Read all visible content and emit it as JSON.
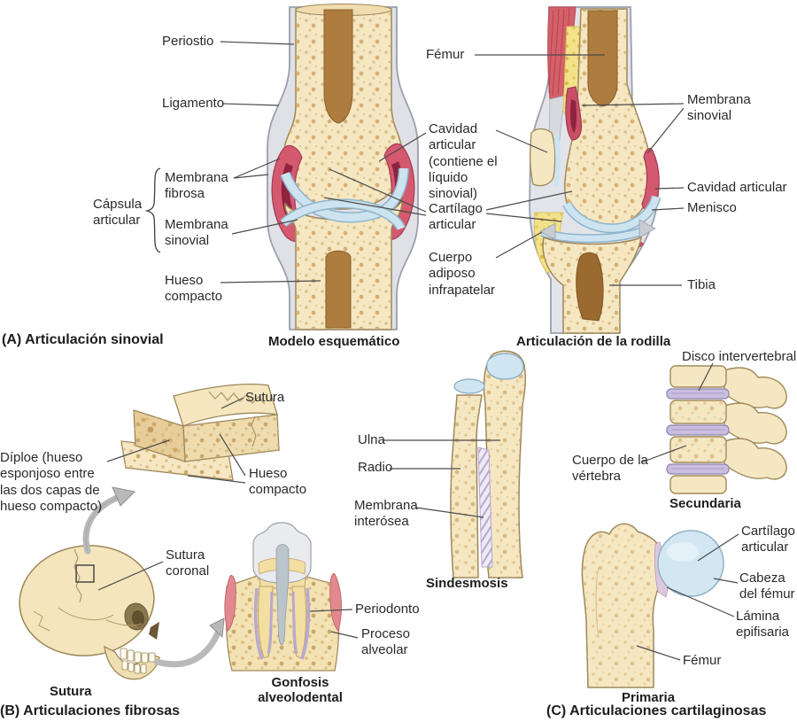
{
  "panelA": {
    "section_label": "(A) Articulación sinovial",
    "schematic_caption": "Modelo esquemático",
    "knee_caption": "Articulación de la rodilla",
    "labels": {
      "periostio": "Periostio",
      "ligamento": "Ligamento",
      "capsula_articular": "Cápsula articular",
      "membrana_fibrosa": "Membrana fibrosa",
      "membrana_sinovial": "Membrana sinovial",
      "hueso_compacto": "Hueso compacto",
      "femur": "Fémur",
      "cavidad_articular_detalle": "Cavidad articular (contiene el líquido sinovial)",
      "cartilago_articular": "Cartílago articular",
      "cuerpo_adiposo": "Cuerpo adiposo infrapatelar",
      "membrana_sinovial_rodilla": "Membrana sinovial",
      "cavidad_articular": "Cavidad articular",
      "menisco": "Menisco",
      "tibia": "Tibia"
    }
  },
  "panelB": {
    "section_label": "(B) Articulaciones fibrosas",
    "sutura_caption": "Sutura",
    "gonfosis_caption": "Gonfosis alveolodental",
    "sindesmosis_caption": "Sindesmosis",
    "labels": {
      "sutura": "Sutura",
      "diploe": "Díploe (hueso esponjoso entre las dos capas de hueso compacto)",
      "hueso_compacto": "Hueso compacto",
      "sutura_coronal": "Sutura coronal",
      "periodonto": "Periodonto",
      "proceso_alveolar": "Proceso alveolar",
      "ulna": "Ulna",
      "radio": "Radio",
      "membrana_interosea": "Membrana interósea"
    }
  },
  "panelC": {
    "section_label": "(C) Articulaciones cartilaginosas",
    "secundaria_caption": "Secundaria",
    "primaria_caption": "Primaria",
    "labels": {
      "disco_intervertebral": "Disco intervertebral",
      "cuerpo_vertebra": "Cuerpo de la vértebra",
      "cartilago_articular": "Cartílago articular",
      "cabeza_femur": "Cabeza del fémur",
      "lamina_epifisaria": "Lámina epifisaria",
      "femur": "Fémur"
    }
  },
  "colors": {
    "bone": "#f6e7c3",
    "marrow": "#ad7c3e",
    "cartilage": "#cfe5f1",
    "synovial_red": "#d4596f",
    "cavity_red": "#8e2340",
    "capsule_gray": "#dfe1e7",
    "fat_yellow": "#f3e289",
    "disc_purple": "#c9bede",
    "text": "#222222"
  }
}
